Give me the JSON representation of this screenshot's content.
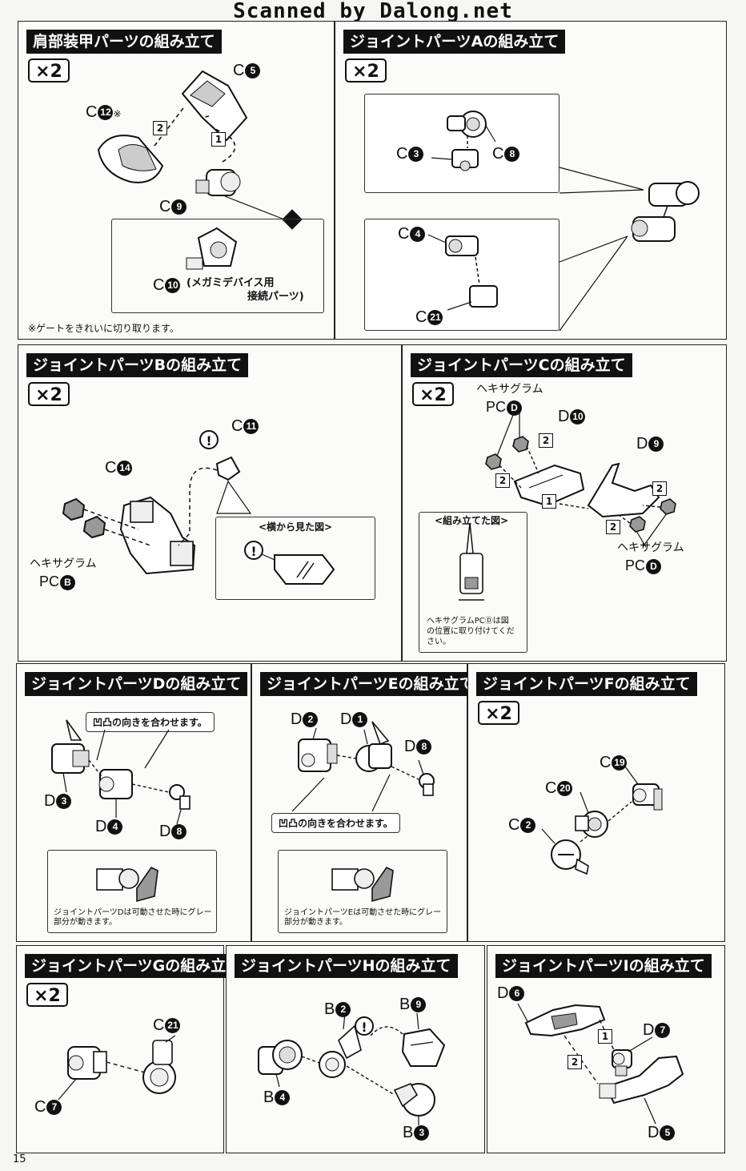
{
  "watermark": "Scanned by Dalong.net",
  "page_number": "15",
  "x2": "×2",
  "p1": {
    "title": "肩部装甲パーツの組み立て",
    "parts": {
      "c5": "5",
      "c12": "12",
      "c9": "9",
      "c10": "10"
    },
    "asterisk": "※",
    "c10_note_line1": "(メガミデバイス用",
    "c10_note_line2": "接続パーツ)",
    "footnote": "※ゲートをきれいに切り取ります。",
    "steps": [
      "1",
      "2"
    ]
  },
  "p2": {
    "title": "ジョイントパーツAの組み立て",
    "parts": {
      "c3": "3",
      "c8": "8",
      "c4": "4",
      "c21": "21"
    }
  },
  "p3": {
    "title": "ジョイントパーツBの組み立て",
    "parts": {
      "c11": "11",
      "c14": "14",
      "pcb": "B"
    },
    "hex_label": "ヘキサグラム",
    "side_view": "<横から見た図>"
  },
  "p4": {
    "title": "ジョイントパーツCの組み立て",
    "parts": {
      "pcd": "D",
      "d10": "10",
      "d9": "9"
    },
    "hex_label": "ヘキサグラム",
    "assembled_view": "<組み立てた図>",
    "assembled_note_line1": "ヘキサグラムPCⒹは図",
    "assembled_note_line2": "の位置に取り付けてくだ",
    "assembled_note_line3": "さい。",
    "steps": [
      "1",
      "2"
    ]
  },
  "p5": {
    "title": "ジョイントパーツDの組み立て",
    "callout": "凹凸の向きを合わせます。",
    "parts": {
      "d3": "3",
      "d4": "4",
      "d8": "8"
    },
    "note_line1": "ジョイントパーツDは可動させた時にグレー",
    "note_line2": "部分が動きます。"
  },
  "p6": {
    "title": "ジョイントパーツEの組み立て",
    "callout": "凹凸の向きを合わせます。",
    "parts": {
      "d2": "2",
      "d1": "1",
      "d8": "8"
    },
    "note_line1": "ジョイントパーツEは可動させた時にグレー",
    "note_line2": "部分が動きます。"
  },
  "p7": {
    "title": "ジョイントパーツFの組み立て",
    "parts": {
      "c19": "19",
      "c20": "20",
      "c2": "2"
    }
  },
  "p8": {
    "title": "ジョイントパーツGの組み立て",
    "parts": {
      "c21": "21",
      "c7": "7"
    }
  },
  "p9": {
    "title": "ジョイントパーツHの組み立て",
    "parts": {
      "b2": "2",
      "b9": "9",
      "b4": "4",
      "b3": "3"
    }
  },
  "p10": {
    "title": "ジョイントパーツIの組み立て",
    "parts": {
      "d6": "6",
      "d7": "7",
      "d5": "5"
    },
    "steps": [
      "1",
      "2"
    ]
  },
  "colors": {
    "ink": "#111111",
    "paper": "#f6f6f4",
    "part_gray": "#bdbdbd"
  }
}
